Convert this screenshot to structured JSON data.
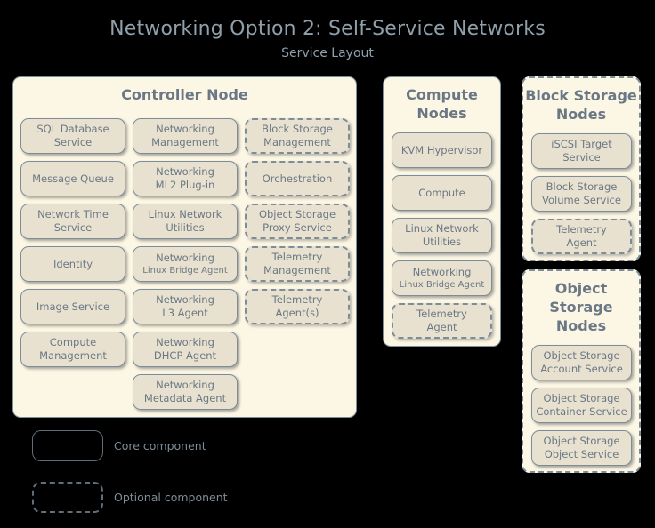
{
  "title": "Networking Option 2: Self-Service Networks",
  "subtitle": "Service Layout",
  "colors": {
    "background": "#000000",
    "panel_fill": "#fcf6e5",
    "box_fill": "#e9e1cf",
    "border": "#7c8d99",
    "text": "#6a7885",
    "title_text": "#8fa0ab"
  },
  "panels": {
    "controller": {
      "title": "Controller Node",
      "optional": false,
      "columns": [
        {
          "items": [
            {
              "l1": "SQL Database",
              "l2": "Service",
              "optional": false
            },
            {
              "l1": "Message Queue",
              "l2": "",
              "optional": false
            },
            {
              "l1": "Network Time",
              "l2": "Service",
              "optional": false
            },
            {
              "l1": "Identity",
              "l2": "",
              "optional": false
            },
            {
              "l1": "Image Service",
              "l2": "",
              "optional": false
            },
            {
              "l1": "Compute",
              "l2": "Management",
              "optional": false
            }
          ]
        },
        {
          "items": [
            {
              "l1": "Networking",
              "l2": "Management",
              "optional": false
            },
            {
              "l1": "Networking",
              "l2": "ML2 Plug-in",
              "optional": false
            },
            {
              "l1": "Linux Network",
              "l2": "Utilities",
              "optional": false
            },
            {
              "l1": "Networking",
              "l2": "Linux Bridge Agent",
              "l2_small": true,
              "optional": false
            },
            {
              "l1": "Networking",
              "l2": "L3 Agent",
              "optional": false
            },
            {
              "l1": "Networking",
              "l2": "DHCP Agent",
              "optional": false
            },
            {
              "l1": "Networking",
              "l2": "Metadata Agent",
              "optional": false
            }
          ]
        },
        {
          "items": [
            {
              "l1": "Block Storage",
              "l2": "Management",
              "optional": true
            },
            {
              "l1": "Orchestration",
              "l2": "",
              "optional": true
            },
            {
              "l1": "Object Storage",
              "l2": "Proxy Service",
              "optional": true
            },
            {
              "l1": "Telemetry",
              "l2": "Management",
              "optional": true
            },
            {
              "l1": "Telemetry",
              "l2": "Agent(s)",
              "optional": true
            }
          ]
        }
      ]
    },
    "compute": {
      "title_line1": "Compute",
      "title_line2": "Nodes",
      "optional": false,
      "items": [
        {
          "l1": "KVM Hypervisor",
          "l2": "",
          "optional": false
        },
        {
          "l1": "Compute",
          "l2": "",
          "optional": false
        },
        {
          "l1": "Linux Network",
          "l2": "Utilities",
          "optional": false
        },
        {
          "l1": "Networking",
          "l2": "Linux Bridge Agent",
          "l2_small": true,
          "optional": false
        },
        {
          "l1": "Telemetry",
          "l2": "Agent",
          "optional": true
        }
      ]
    },
    "block_storage": {
      "title_line1": "Block Storage",
      "title_line2": "Nodes",
      "optional": true,
      "items": [
        {
          "l1": "iSCSI Target",
          "l2": "Service",
          "optional": false
        },
        {
          "l1": "Block Storage",
          "l2": "Volume Service",
          "optional": false
        },
        {
          "l1": "Telemetry",
          "l2": "Agent",
          "optional": true
        }
      ]
    },
    "object_storage": {
      "title_line1": "Object",
      "title_line2": "Storage Nodes",
      "optional": true,
      "items": [
        {
          "l1": "Object Storage",
          "l2": "Account Service",
          "optional": false
        },
        {
          "l1": "Object Storage",
          "l2": "Container Service",
          "optional": false
        },
        {
          "l1": "Object Storage",
          "l2": "Object Service",
          "optional": false
        }
      ]
    }
  },
  "legend": {
    "core_label": "Core component",
    "optional_label": "Optional component"
  }
}
